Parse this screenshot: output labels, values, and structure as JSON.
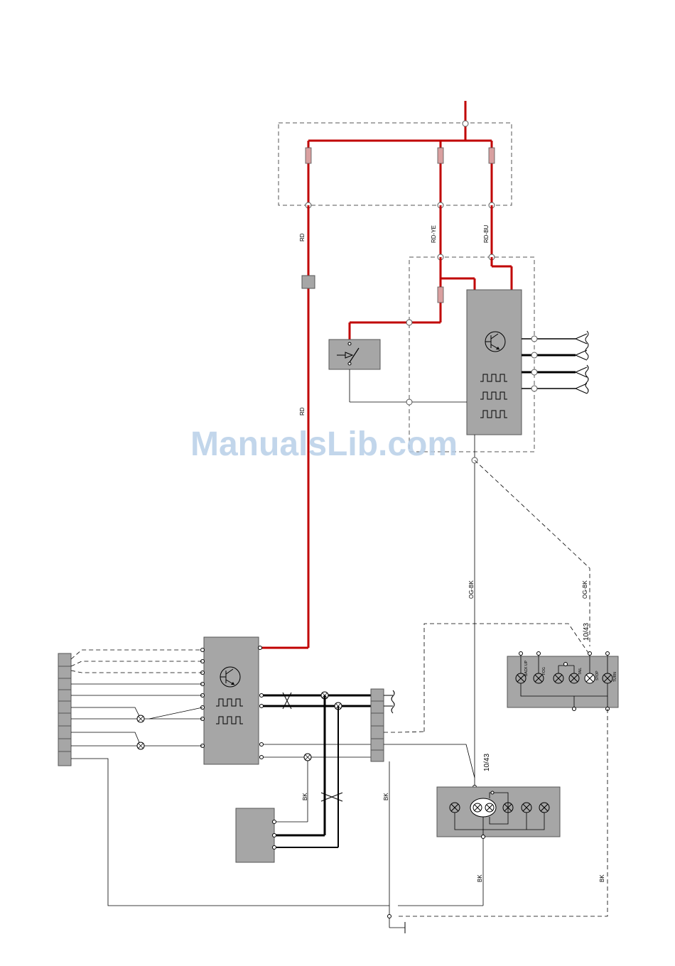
{
  "diagram": {
    "wire_labels": {
      "rd_upper": "RD",
      "rd_lower": "RD",
      "rd_ye": "RD-YE",
      "rd_bu": "RD-BU",
      "og_bk_left": "OG-BK",
      "og_bk_right": "OG-BK",
      "bk_a": "BK",
      "bk_b": "BK",
      "bk_c": "BK",
      "bk_d": "BK"
    },
    "ref_labels": {
      "bulb_panel_upper": "10/43",
      "bulb_panel_lower": "10/43"
    },
    "lamp_labels": {
      "back_up": "BACK UP",
      "fog": "FOG",
      "tail": "TAIL",
      "stop": "STOP",
      "turn": "TURN"
    },
    "colors": {
      "power_wire": "#c00000",
      "module_fill": "#a6a6a6",
      "signal_wire": "#000000"
    }
  },
  "watermark": {
    "text": "ManualsLib.com"
  }
}
